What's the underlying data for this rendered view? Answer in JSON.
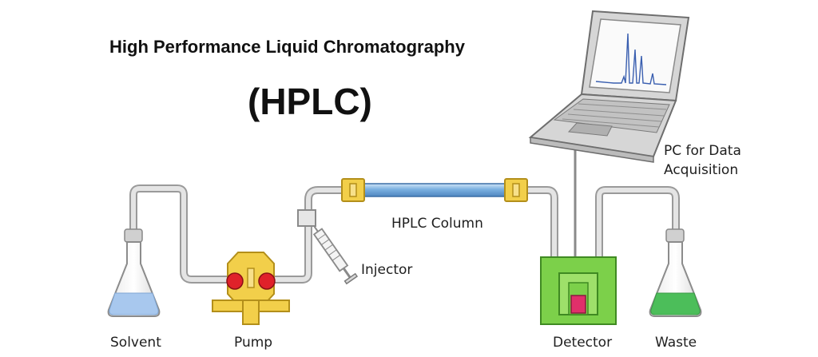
{
  "title": "High Performance Liquid Chromatography",
  "subtitle": "(HPLC)",
  "labels": {
    "solvent": "Solvent",
    "pump": "Pump",
    "injector": "Injector",
    "column": "HPLC Column",
    "detector": "Detector",
    "waste": "Waste",
    "pc_line1": "PC for Data",
    "pc_line2": "Acquisition"
  },
  "colors": {
    "tube": "#c8c8c8",
    "column_body": "#7ab0e0",
    "fitting": "#f2cf4a",
    "pump_body": "#f2cf4a",
    "pump_heads": "#e0212a",
    "detector_body": "#7cd04a",
    "detector_cell": "#e0306a",
    "solvent_liquid": "#a8c8ee",
    "waste_liquid": "#4cbe5a",
    "laptop": "#d6d6d6"
  }
}
